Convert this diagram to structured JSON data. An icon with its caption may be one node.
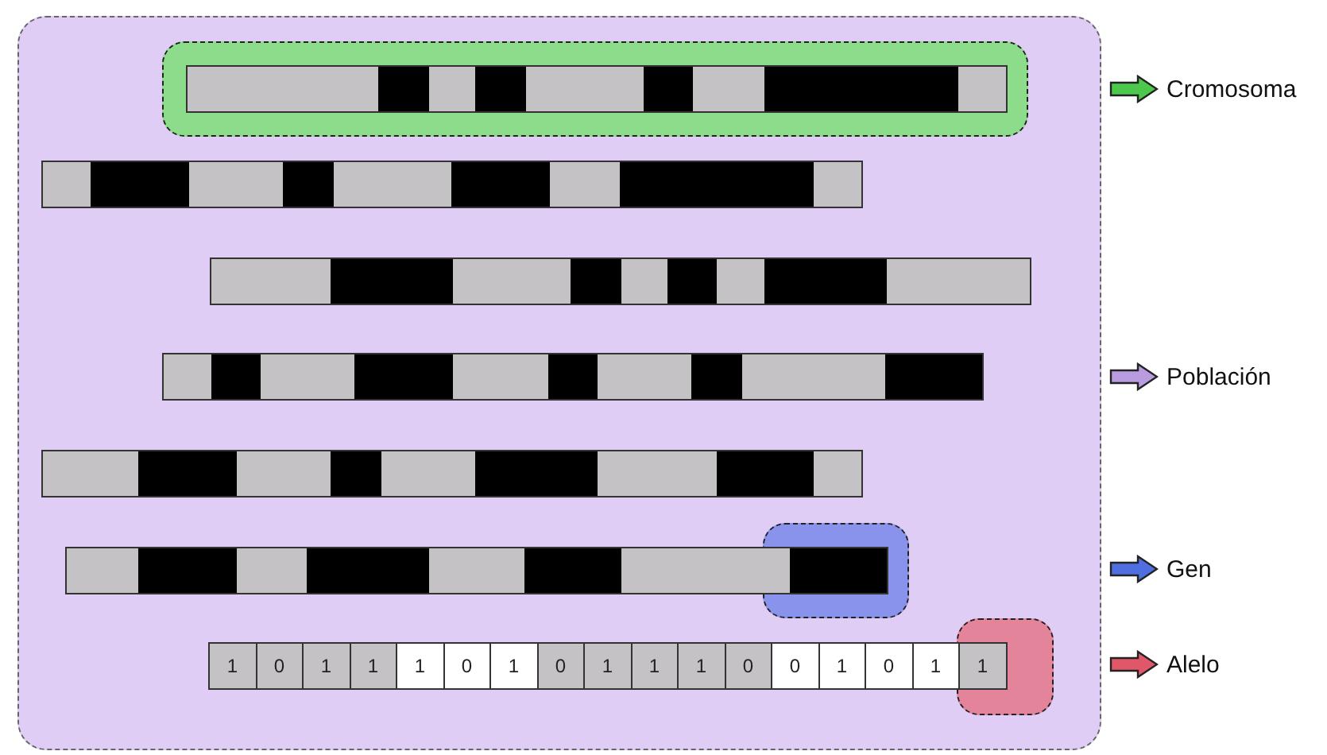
{
  "diagram": {
    "labels": [
      "1",
      "0",
      "1",
      "1",
      "1",
      "0",
      "1",
      "0",
      "1",
      "1",
      "1",
      "0",
      "0",
      "1",
      "0",
      "1",
      "1"
    ],
    "legend": [
      {
        "text": "Cromosoma",
        "color": "#4cc94c"
      },
      {
        "text": "Población",
        "color": "#b99be0"
      },
      {
        "text": "Gen",
        "color": "#4f6fe0"
      },
      {
        "text": "Alelo",
        "color": "#e0576a"
      }
    ]
  }
}
